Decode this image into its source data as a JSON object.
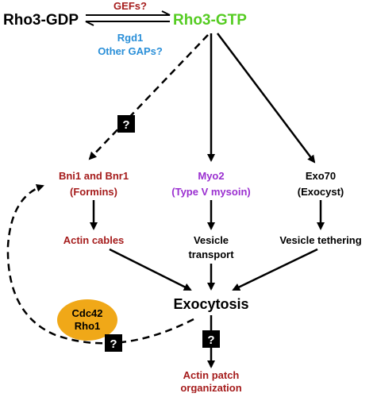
{
  "colors": {
    "black": "#000000",
    "red": "#a51c1c",
    "green": "#55cc22",
    "blue": "#2a8fd8",
    "purple": "#9a2fd0",
    "orange": "#f0a818",
    "box": "#000000"
  },
  "nodes": {
    "rho3_gdp": "Rho3-GDP",
    "rho3_gtp": "Rho3-GTP",
    "gefs": "GEFs?",
    "rgd1": "Rgd1",
    "other_gaps": "Other GAPs?",
    "formins_line1": "Bni1 and Bnr1",
    "formins_line2": "(Formins)",
    "myo2_line1": "Myo2",
    "myo2_line2": "(Type V mysoin)",
    "exo70_line1": "Exo70",
    "exo70_line2": "(Exocyst)",
    "actin_cables": "Actin cables",
    "vesicle_transport_line1": "Vesicle",
    "vesicle_transport_line2": "transport",
    "vesicle_tethering": "Vesicle tethering",
    "exocytosis": "Exocytosis",
    "cdc42": "Cdc42",
    "rho1": "Rho1",
    "actin_patch_line1": "Actin patch",
    "actin_patch_line2": "organization"
  },
  "question_mark": "?"
}
